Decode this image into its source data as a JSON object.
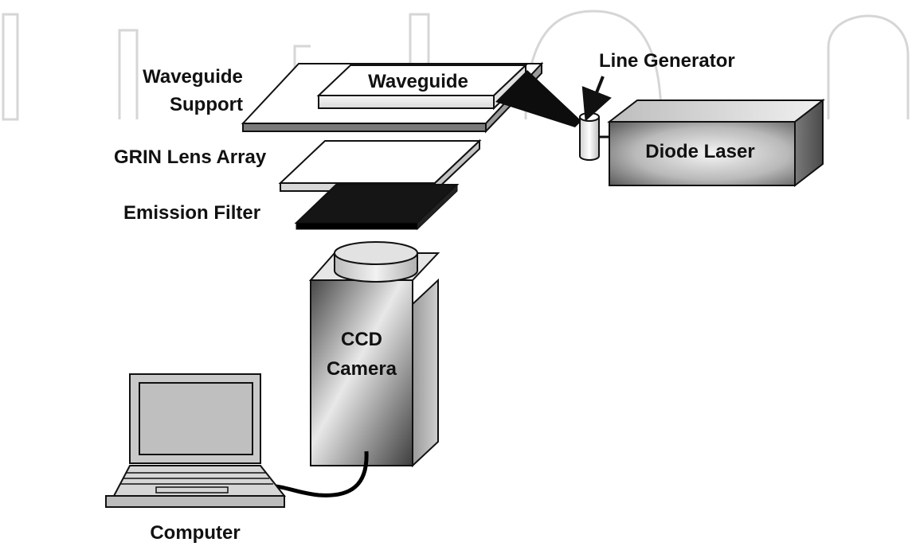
{
  "labels": {
    "waveguide_support_line1": "Waveguide",
    "waveguide_support_line2": "Support",
    "waveguide": "Waveguide",
    "line_generator": "Line Generator",
    "grin_lens_array": "GRIN Lens Array",
    "emission_filter": "Emission Filter",
    "diode_laser": "Diode Laser",
    "ccd_camera_line1": "CCD",
    "ccd_camera_line2": "Camera",
    "computer": "Computer"
  },
  "colors": {
    "outline": "#111111",
    "filter": "#1a1a1a",
    "camera_light": "#e6e6e6",
    "camera_dark": "#4d4d4d",
    "laser_light": "#f2f2f2",
    "laser_dark": "#5a5a5a",
    "watermark": "#d6d6d6"
  },
  "icons": {
    "computer": "laptop-icon",
    "camera": "ccd-camera-icon",
    "laser": "diode-laser-icon"
  }
}
